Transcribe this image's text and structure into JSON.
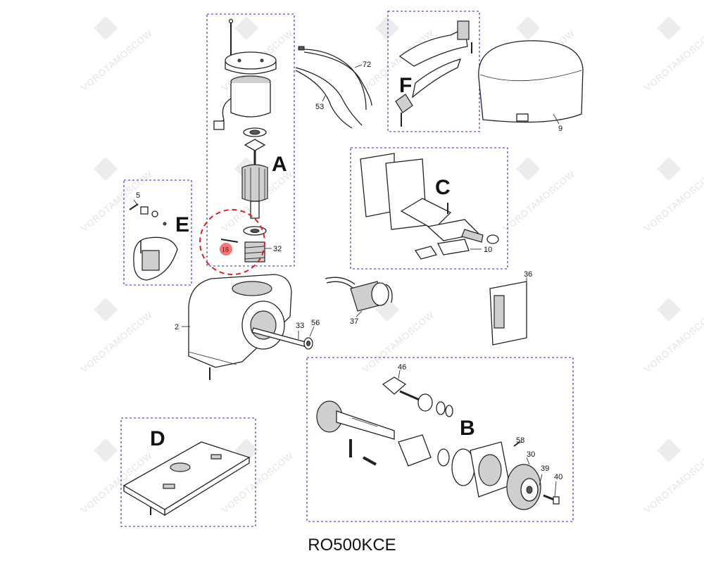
{
  "title": "RO500KCE",
  "watermark": "VOROTAMOSCOW",
  "groups": {
    "a": "A",
    "b": "B",
    "c": "C",
    "d": "D",
    "e": "E",
    "f": "F"
  },
  "parts": {
    "p2": "2",
    "p5": "5",
    "p9": "9",
    "p10": "10",
    "p18": "18",
    "p30": "30",
    "p32": "32",
    "p33": "33",
    "p36": "36",
    "p37": "37",
    "p39": "39",
    "p40": "40",
    "p46": "46",
    "p53": "53",
    "p56": "56",
    "p58": "58",
    "p72": "72"
  },
  "colors": {
    "group_box": "#2a2acc",
    "highlight": "#e02020",
    "badge": "#f07878"
  }
}
